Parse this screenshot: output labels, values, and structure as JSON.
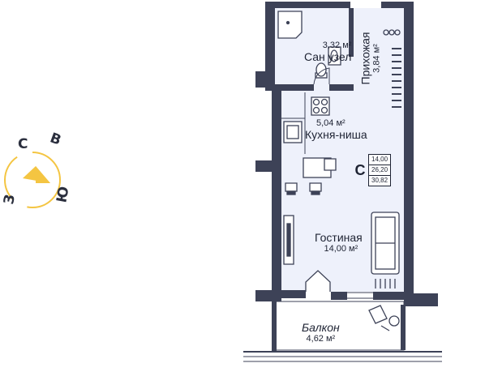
{
  "rooms": {
    "bathroom": {
      "area": "3,32 м²",
      "name": "Сан узел"
    },
    "hallway": {
      "name": "Прихожая",
      "area": "3,84 м²"
    },
    "kitchen": {
      "area": "5,04 м²",
      "name": "Кухня-ниша"
    },
    "living": {
      "name": "Гостиная",
      "area": "14,00 м²"
    },
    "balcony": {
      "name": "Балкон",
      "area": "4,62 м²"
    }
  },
  "legend": {
    "letter": "С",
    "values": [
      "14,00",
      "26,20",
      "30,82"
    ]
  },
  "compass": {
    "north": "С",
    "east": "В",
    "south": "Ю",
    "west": "З"
  },
  "colors": {
    "wall": "#3d4257",
    "floor": "#eef1fb",
    "balcony_floor": "#ffffff",
    "accent": "#f4c542",
    "text": "#1e2333"
  }
}
